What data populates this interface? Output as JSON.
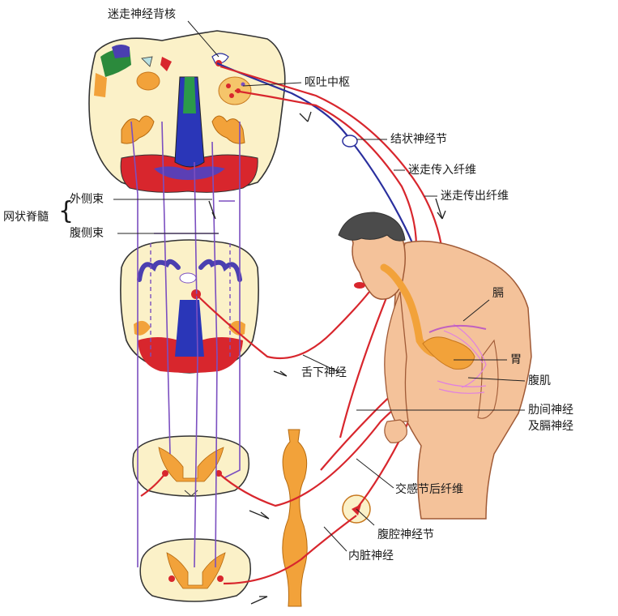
{
  "labels": {
    "dorsal_vagal_nucleus": "迷走神经背核",
    "vomiting_center": "呕吐中枢",
    "nodose_ganglion": "结状神经节",
    "vagal_afferent": "迷走传入纤维",
    "vagal_efferent": "迷走传出纤维",
    "reticulospinal": "网状脊髓",
    "lateral_tract": "外侧束",
    "ventral_tract": "腹侧束",
    "diaphragm": "膈",
    "stomach": "胃",
    "abdominal_muscle": "腹肌",
    "intercostal_line1": "肋间神经",
    "intercostal_line2": "及膈神经",
    "hypoglossal": "舌下神经",
    "sympathetic_postganglionic": "交感节后纤维",
    "celiac_ganglion": "腹腔神经节",
    "splanchnic": "内脏神经"
  },
  "colors": {
    "efferent_red": "#d8262d",
    "afferent_blue": "#2a2f9e",
    "tract_purple": "#7b4fc0",
    "tissue_cream": "#fbf1c8",
    "nucleus_orange": "#f2a23a",
    "skin": "#f4c29a"
  }
}
